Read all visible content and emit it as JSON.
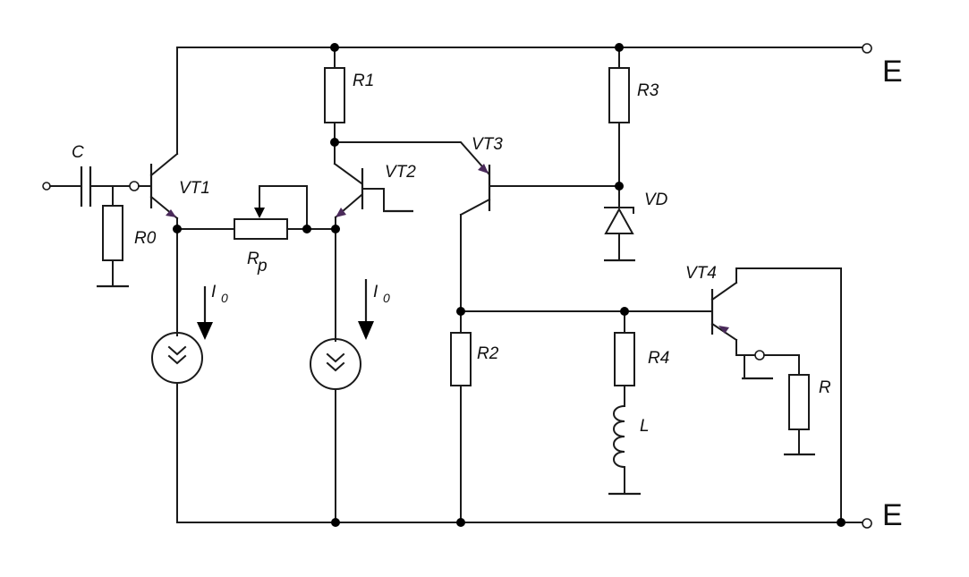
{
  "labels": {
    "C": "C",
    "R0": "R0",
    "VT1": "VT1",
    "VT2": "VT2",
    "VT3": "VT3",
    "VT4": "VT4",
    "R1": "R1",
    "R2": "R2",
    "R3": "R3",
    "R4": "R4",
    "R": "R",
    "L": "L",
    "VD": "VD",
    "Rp_main": "R",
    "Rp_sub": "p",
    "I0_left_main": "I",
    "I0_left_sub": "0",
    "I0_right_main": "I",
    "I0_right_sub": "0",
    "E_top": "E",
    "E_bottom": "E"
  }
}
